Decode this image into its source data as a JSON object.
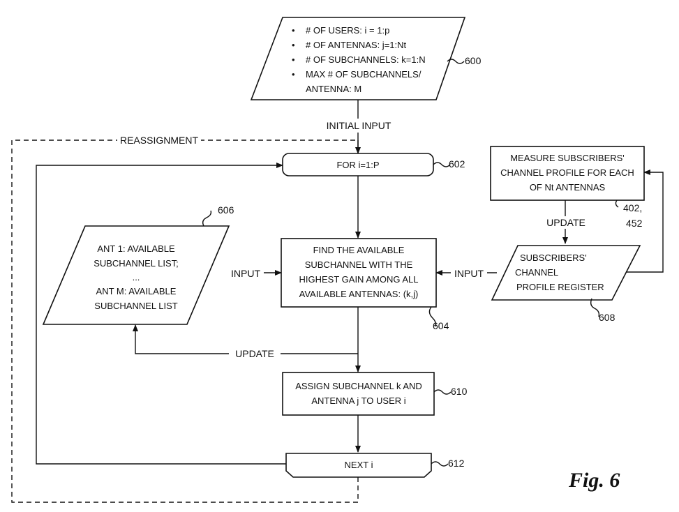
{
  "figure_label": "Fig. 6",
  "node_600": {
    "bullets": [
      "# OF USERS: i = 1:p",
      "# OF ANTENNAS: j=1:Nt",
      "# OF SUBCHANNELS: k=1:N",
      "MAX # OF SUBCHANNELS/"
    ],
    "continuation": "ANTENNA: M",
    "bullet_char": "•",
    "ref": "600"
  },
  "node_602": {
    "text": "FOR i=1:P",
    "ref": "602"
  },
  "node_604": {
    "lines": [
      "FIND THE AVAILABLE",
      "SUBCHANNEL WITH THE",
      "HIGHEST GAIN AMONG ALL",
      "AVAILABLE ANTENNAS: (k,j)"
    ],
    "ref": "604"
  },
  "node_606": {
    "lines": [
      "ANT 1: AVAILABLE",
      "SUBCHANNEL LIST;",
      "...",
      "ANT M: AVAILABLE",
      "SUBCHANNEL LIST"
    ],
    "ref": "606"
  },
  "node_608": {
    "lines": [
      "SUBSCRIBERS'",
      "CHANNEL",
      "PROFILE REGISTER"
    ],
    "ref": "608"
  },
  "node_402": {
    "lines": [
      "MEASURE SUBSCRIBERS'",
      "CHANNEL PROFILE FOR EACH",
      "OF Nt ANTENNAS"
    ],
    "ref_line1": "402,",
    "ref_line2": "452"
  },
  "node_610": {
    "lines": [
      "ASSIGN SUBCHANNEL k AND",
      "ANTENNA j TO USER i"
    ],
    "ref": "610"
  },
  "node_612": {
    "text": "NEXT i",
    "ref": "612"
  },
  "edge_labels": {
    "initial_input": "INITIAL INPUT",
    "reassignment": "REASSIGNMENT",
    "input_left": "INPUT",
    "input_right": "INPUT",
    "update_top": "UPDATE",
    "update_bottom": "UPDATE"
  }
}
